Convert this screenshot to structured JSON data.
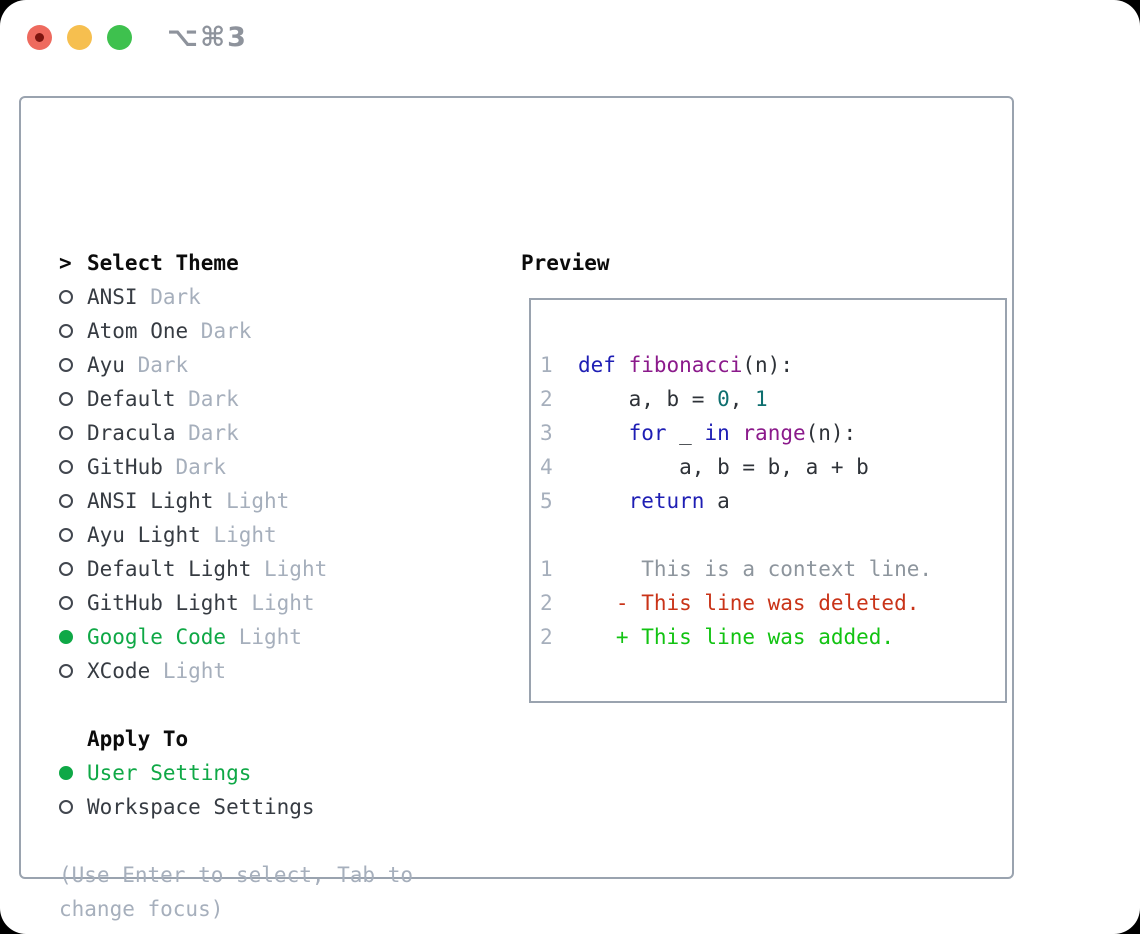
{
  "window": {
    "title": "⌥⌘3"
  },
  "theme_panel": {
    "cursor": ">",
    "title": "Select Theme",
    "themes": [
      {
        "name": "ANSI",
        "variant": "Dark",
        "selected": false
      },
      {
        "name": "Atom One",
        "variant": "Dark",
        "selected": false
      },
      {
        "name": "Ayu",
        "variant": "Dark",
        "selected": false
      },
      {
        "name": "Default",
        "variant": "Dark",
        "selected": false
      },
      {
        "name": "Dracula",
        "variant": "Dark",
        "selected": false
      },
      {
        "name": "GitHub",
        "variant": "Dark",
        "selected": false
      },
      {
        "name": "ANSI Light",
        "variant": "Light",
        "selected": false
      },
      {
        "name": "Ayu Light",
        "variant": "Light",
        "selected": false
      },
      {
        "name": "Default Light",
        "variant": "Light",
        "selected": false
      },
      {
        "name": "GitHub Light",
        "variant": "Light",
        "selected": false
      },
      {
        "name": "Google Code",
        "variant": "Light",
        "selected": true
      },
      {
        "name": "XCode",
        "variant": "Light",
        "selected": false
      }
    ],
    "apply_to": {
      "title": "Apply To",
      "options": [
        {
          "label": "User Settings",
          "selected": true
        },
        {
          "label": "Workspace Settings",
          "selected": false
        }
      ]
    },
    "help_text": "(Use Enter to select, Tab to change focus)"
  },
  "preview": {
    "title": "Preview",
    "lines": [
      {
        "num": "1",
        "tokens": [
          {
            "t": "def",
            "c": "kw"
          },
          {
            "t": " ",
            "c": "pl"
          },
          {
            "t": "fibonacci",
            "c": "fn"
          },
          {
            "t": "(n):",
            "c": "pl"
          }
        ]
      },
      {
        "num": "2",
        "tokens": [
          {
            "t": "    a, b = ",
            "c": "pl"
          },
          {
            "t": "0",
            "c": "num"
          },
          {
            "t": ", ",
            "c": "pl"
          },
          {
            "t": "1",
            "c": "num"
          }
        ]
      },
      {
        "num": "3",
        "tokens": [
          {
            "t": "    ",
            "c": "pl"
          },
          {
            "t": "for",
            "c": "kw"
          },
          {
            "t": " _ ",
            "c": "pl"
          },
          {
            "t": "in",
            "c": "kw"
          },
          {
            "t": " ",
            "c": "pl"
          },
          {
            "t": "range",
            "c": "fn"
          },
          {
            "t": "(n):",
            "c": "pl"
          }
        ]
      },
      {
        "num": "4",
        "tokens": [
          {
            "t": "        a, b = b, a + b",
            "c": "pl"
          }
        ]
      },
      {
        "num": "5",
        "tokens": [
          {
            "t": "    ",
            "c": "pl"
          },
          {
            "t": "return",
            "c": "kw"
          },
          {
            "t": " a",
            "c": "pl"
          }
        ]
      },
      {
        "num": "",
        "tokens": []
      },
      {
        "num": "1",
        "tokens": [
          {
            "t": "     This is a context line.",
            "c": "ctx"
          }
        ]
      },
      {
        "num": "2",
        "tokens": [
          {
            "t": "   - This line was deleted.",
            "c": "del"
          }
        ]
      },
      {
        "num": "2",
        "tokens": [
          {
            "t": "   + This line was added.",
            "c": "add"
          }
        ]
      }
    ]
  },
  "colors": {
    "accent_green": "#0fa846",
    "keyword_blue": "#1e1eb4",
    "function_purple": "#8b1a8b",
    "number_teal": "#0e6f6f",
    "code_plain": "#2e3238",
    "context_gray": "#8d959d",
    "deleted_red": "#c93318",
    "added_green": "#12c312",
    "muted_gray": "#a6afbc",
    "text_dark": "#363b42",
    "border_gray": "#9aa3af",
    "header_black": "#0b0b0b",
    "traffic_red": "#ee6a5e",
    "traffic_red_dot": "#7c150f",
    "traffic_yellow": "#f6bf4f",
    "traffic_green": "#3ec14e",
    "title_gray": "#8e939c"
  }
}
